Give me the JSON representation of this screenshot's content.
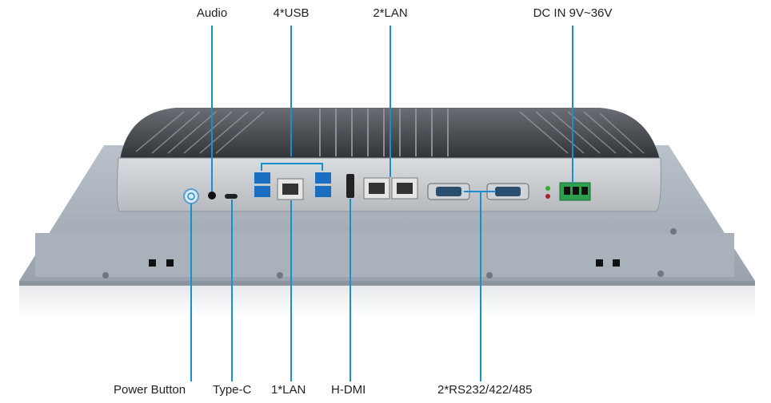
{
  "labels": {
    "audio": "Audio",
    "usb": "4*USB",
    "lan2": "2*LAN",
    "dcin": "DC IN 9V~36V",
    "power_button": "Power Button",
    "type_c": "Type-C",
    "lan1": "1*LAN",
    "hdmi": "H-DMI",
    "serial": "2*RS232/422/485"
  },
  "colors": {
    "leader_line": "#1a8fd0",
    "panel_frame": "#a6aeb8",
    "io_plate": "#c8ccd0",
    "heatsink": "#4a4d52",
    "connector_block": "#2e9e4f"
  }
}
